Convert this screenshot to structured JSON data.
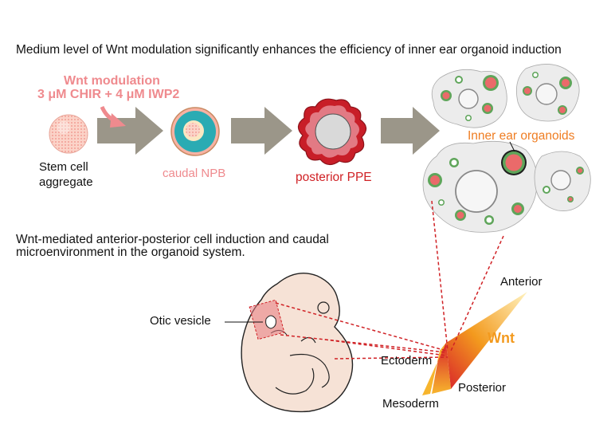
{
  "headline": "Medium level of Wnt modulation significantly enhances the efficiency of inner ear organoid induction",
  "modulation": {
    "title": "Wnt modulation",
    "dose": "3 μM CHIR + 4 μM IWP2"
  },
  "stages": {
    "stem_line1": "Stem cell",
    "stem_line2": "aggregate",
    "npb": "caudal NPB",
    "ppe": "posterior PPE",
    "organoids": "Inner ear organoids"
  },
  "subtitle": "Wnt-mediated anterior-posterior cell induction and caudal microenvironment in the organoid system.",
  "embryo": {
    "otic_vesicle": "Otic vesicle"
  },
  "gradient": {
    "anterior": "Anterior",
    "wnt": "Wnt",
    "ectoderm": "Ectoderm",
    "posterior": "Posterior",
    "mesoderm": "Mesoderm"
  },
  "colors": {
    "pink_text": "#ef8a8e",
    "ppe_red": "#d02125",
    "organoid_orange": "#ef7d22",
    "wnt_orange": "#f39a1e",
    "arrow_gray": "#9b9689",
    "npb_teal": "#2aabb3"
  }
}
